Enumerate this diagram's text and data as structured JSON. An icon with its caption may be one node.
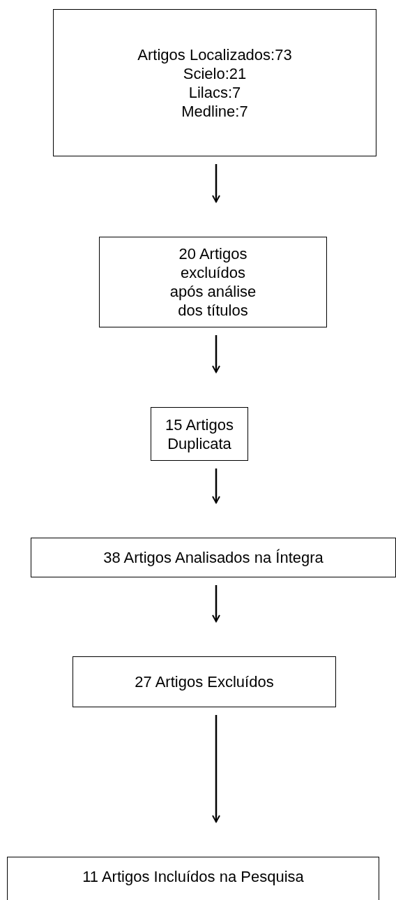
{
  "diagram": {
    "nodes": [
      {
        "text": [
          "Artigos Localizados:73",
          "Scielo:21",
          "Lilacs:7",
          "Medline:7"
        ]
      },
      {
        "text": [
          "20 Artigos excluídos após análise dos títulos"
        ]
      },
      {
        "text": [
          "15 Artigos Duplicata"
        ]
      },
      {
        "text": [
          "38 Artigos Analisados na Íntegra"
        ]
      },
      {
        "text": [
          "27 Artigos Excluídos"
        ]
      },
      {
        "text": [
          "11 Artigos Incluídos na Pesquisa"
        ]
      }
    ],
    "edges": [
      {
        "from": 0,
        "to": 1,
        "arrow": "to"
      },
      {
        "from": 1,
        "to": 2,
        "arrow": "to"
      },
      {
        "from": 2,
        "to": 3,
        "arrow": "to"
      },
      {
        "from": 3,
        "to": 4,
        "arrow": "to"
      },
      {
        "from": 4,
        "to": 5,
        "arrow": "to"
      }
    ]
  }
}
